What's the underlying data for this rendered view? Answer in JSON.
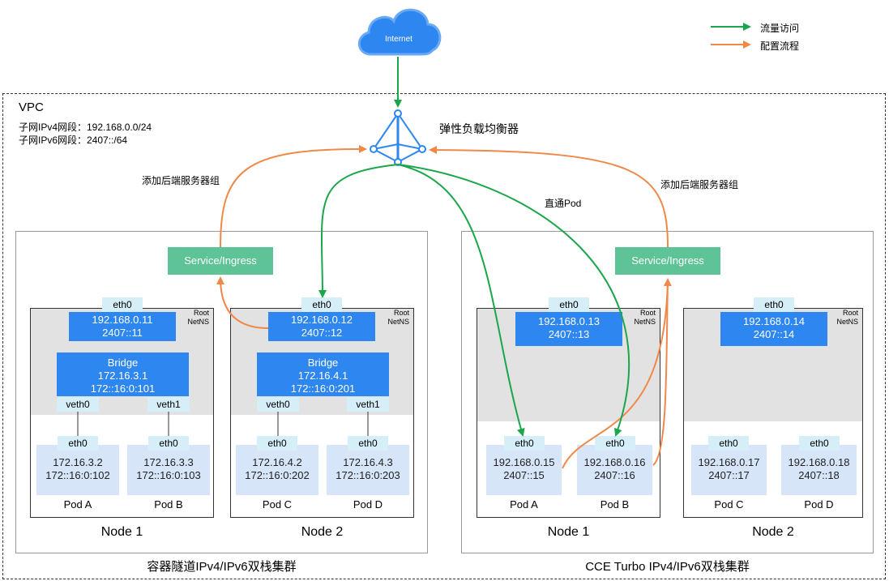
{
  "internet": {
    "label": "Internet"
  },
  "legend": {
    "traffic": "流量访问",
    "config": "配置流程"
  },
  "vpc": {
    "title": "VPC",
    "ipv4": "子网IPv4网段：192.168.0.0/24",
    "ipv6": "子网IPv6网段：2407::/64"
  },
  "elb": {
    "label": "弹性负载均衡器"
  },
  "labels": {
    "add_backend_left": "添加后端服务器组",
    "add_backend_right": "添加后端服务器组",
    "direct_pod": "直通Pod"
  },
  "colors": {
    "traffic": "#1aa64a",
    "config": "#f0884a",
    "blue": "#2e86f0",
    "service": "#5ec396"
  },
  "clusters": [
    {
      "label": "容器隧道IPv4/IPv6双栈集群",
      "service": "Service/Ingress",
      "nodes": [
        {
          "label": "Node 1",
          "root": "Root",
          "netns": "NetNS",
          "eth": "eth0",
          "ip4": "192.168.0.11",
          "ip6": "2407::11",
          "bridge": {
            "title": "Bridge",
            "ip4": "172.16.3.1",
            "ip6": "172::16:0:101"
          },
          "veths": [
            "veth0",
            "veth1"
          ],
          "pods": [
            {
              "eth": "eth0",
              "ip4": "172.16.3.2",
              "ip6": "172::16:0:102",
              "label": "Pod A"
            },
            {
              "eth": "eth0",
              "ip4": "172.16.3.3",
              "ip6": "172::16:0:103",
              "label": "Pod B"
            }
          ]
        },
        {
          "label": "Node 2",
          "root": "Root",
          "netns": "NetNS",
          "eth": "eth0",
          "ip4": "192.168.0.12",
          "ip6": "2407::12",
          "bridge": {
            "title": "Bridge",
            "ip4": "172.16.4.1",
            "ip6": "172::16:0:201"
          },
          "veths": [
            "veth0",
            "veth1"
          ],
          "pods": [
            {
              "eth": "eth0",
              "ip4": "172.16.4.2",
              "ip6": "172::16:0:202",
              "label": "Pod C"
            },
            {
              "eth": "eth0",
              "ip4": "172.16.4.3",
              "ip6": "172::16:0:203",
              "label": "Pod D"
            }
          ]
        }
      ]
    },
    {
      "label": "CCE Turbo IPv4/IPv6双栈集群",
      "service": "Service/Ingress",
      "nodes": [
        {
          "label": "Node 1",
          "root": "Root",
          "netns": "NetNS",
          "eth": "eth0",
          "ip4": "192.168.0.13",
          "ip6": "2407::13",
          "pods": [
            {
              "eth": "eth0",
              "ip4": "192.168.0.15",
              "ip6": "2407::15",
              "label": "Pod A"
            },
            {
              "eth": "eth0",
              "ip4": "192.168.0.16",
              "ip6": "2407::16",
              "label": "Pod B"
            }
          ]
        },
        {
          "label": "Node 2",
          "root": "Root",
          "netns": "NetNS",
          "eth": "eth0",
          "ip4": "192.168.0.14",
          "ip6": "2407::14",
          "pods": [
            {
              "eth": "eth0",
              "ip4": "192.168.0.17",
              "ip6": "2407::17",
              "label": "Pod C"
            },
            {
              "eth": "eth0",
              "ip4": "192.168.0.18",
              "ip6": "2407::18",
              "label": "Pod D"
            }
          ]
        }
      ]
    }
  ]
}
